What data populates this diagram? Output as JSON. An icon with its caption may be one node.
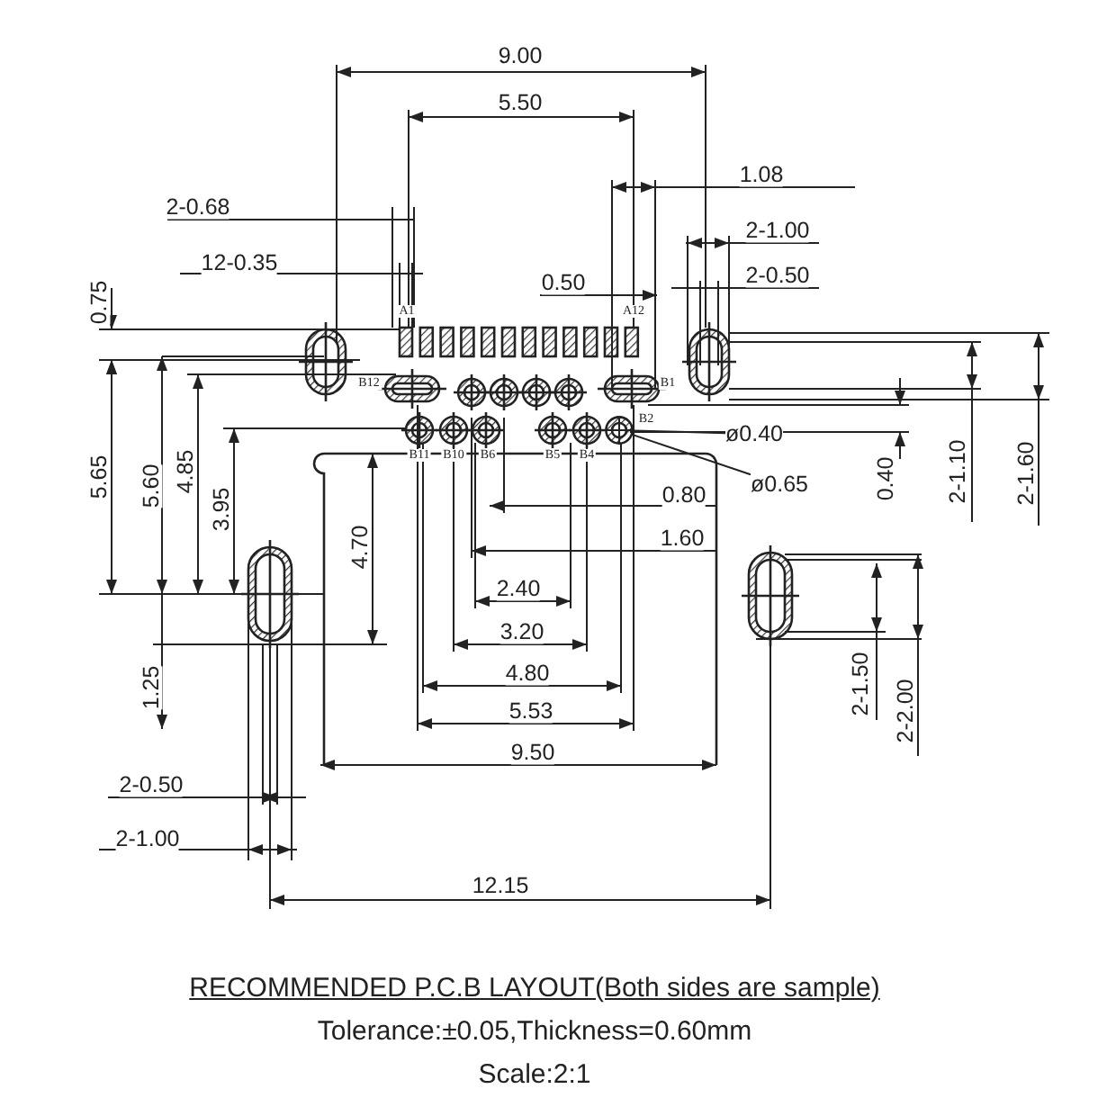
{
  "diagram": {
    "title": "RECOMMENDED P.C.B LAYOUT(Both sides are sample)",
    "nodes": [
      {
        "text": [
          "ø0.40"
        ]
      },
      {
        "text": [
          "ø0.65"
        ]
      },
      {
        "text": [],
        "shape": "circle"
      }
    ],
    "edges": [
      {
        "from": 0,
        "to": 2,
        "arrow": "none"
      },
      {
        "from": 1,
        "to": 2,
        "arrow": "none"
      }
    ],
    "labels": [
      "9.00",
      "5.50",
      "2-0.68",
      "1.08",
      "12-0.35",
      "2-1.00",
      "0.50",
      "2-0.50",
      "0.75",
      "A1",
      "A12",
      "B12",
      "B1",
      "B2",
      "B11",
      "B10",
      "B6",
      "B5",
      "B4",
      "5.65",
      "5.60",
      "4.85",
      "3.95",
      "0.40",
      "2-1.10",
      "2-1.60",
      "0.80",
      "1.60",
      "4.70",
      "2.40",
      "3.20",
      "4.80",
      "5.53",
      "1.25",
      "2-1.50",
      "2-2.00",
      "9.50",
      "2-0.50",
      "2-1.00",
      "12.15",
      "Tolerance:±0.05,Thickness=0.60mm",
      "Scale:2:1"
    ]
  }
}
